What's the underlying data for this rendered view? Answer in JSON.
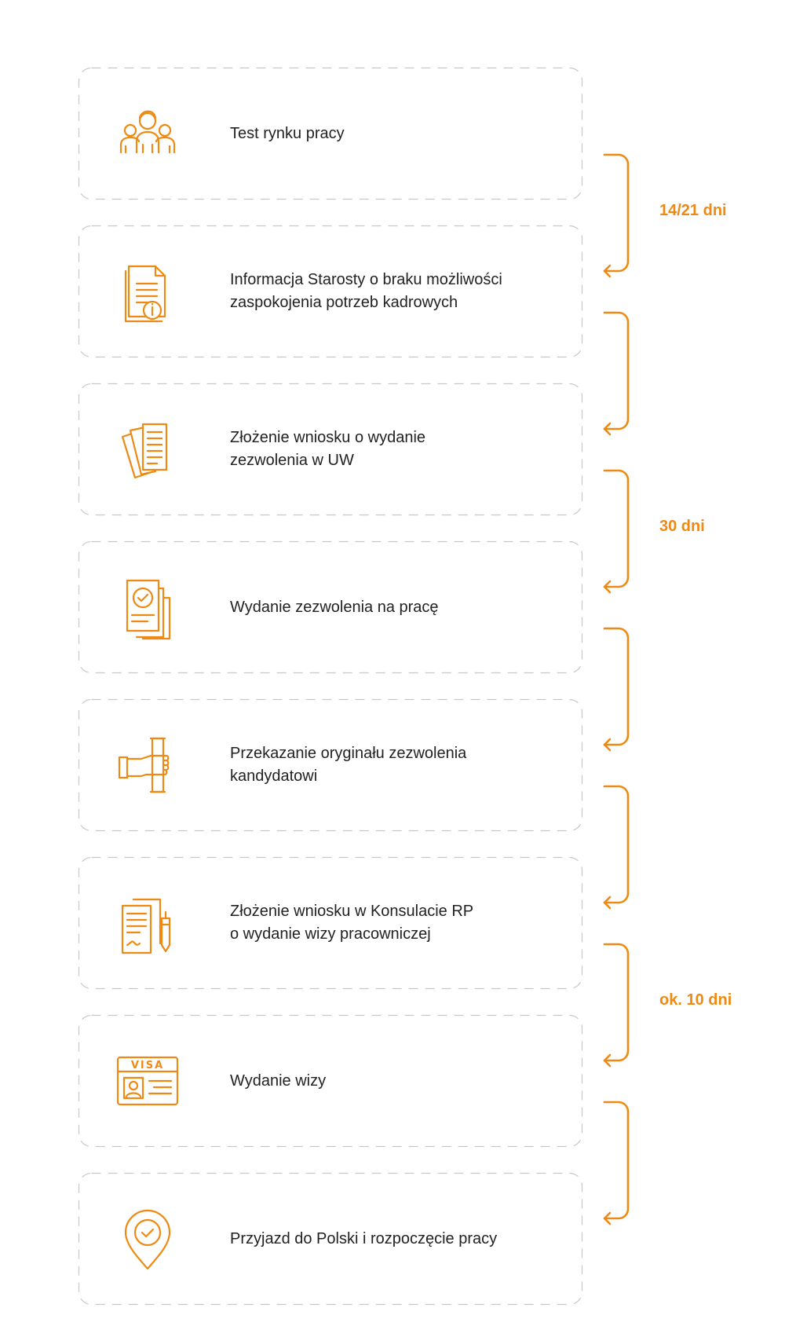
{
  "accent_color": "#ee8a14",
  "border_color": "#c8c8c8",
  "steps": [
    {
      "label": "Test rynku pracy",
      "icon": "people-group-icon"
    },
    {
      "label": "Informacja Starosty o braku możliwości\nzaspokojenia potrzeb kadrowych",
      "icon": "document-info-icon"
    },
    {
      "label": "Złożenie wniosku o wydanie\nzezwolenia w UW",
      "icon": "documents-stack-icon"
    },
    {
      "label": "Wydanie zezwolenia na pracę",
      "icon": "approved-document-icon"
    },
    {
      "label": "Przekazanie oryginału zezwolenia\nkandydatowi",
      "icon": "hand-scroll-icon"
    },
    {
      "label": "Złożenie wniosku w Konsulacie RP\no wydanie wizy pracowniczej",
      "icon": "document-pen-icon"
    },
    {
      "label": "Wydanie wizy",
      "icon": "visa-card-icon"
    },
    {
      "label": "Przyjazd do Polski i rozpoczęcie pracy",
      "icon": "location-pin-check-icon"
    }
  ],
  "durations": {
    "first": "14/21 dni",
    "second": "30 dni",
    "third": "ok. 10 dni"
  }
}
